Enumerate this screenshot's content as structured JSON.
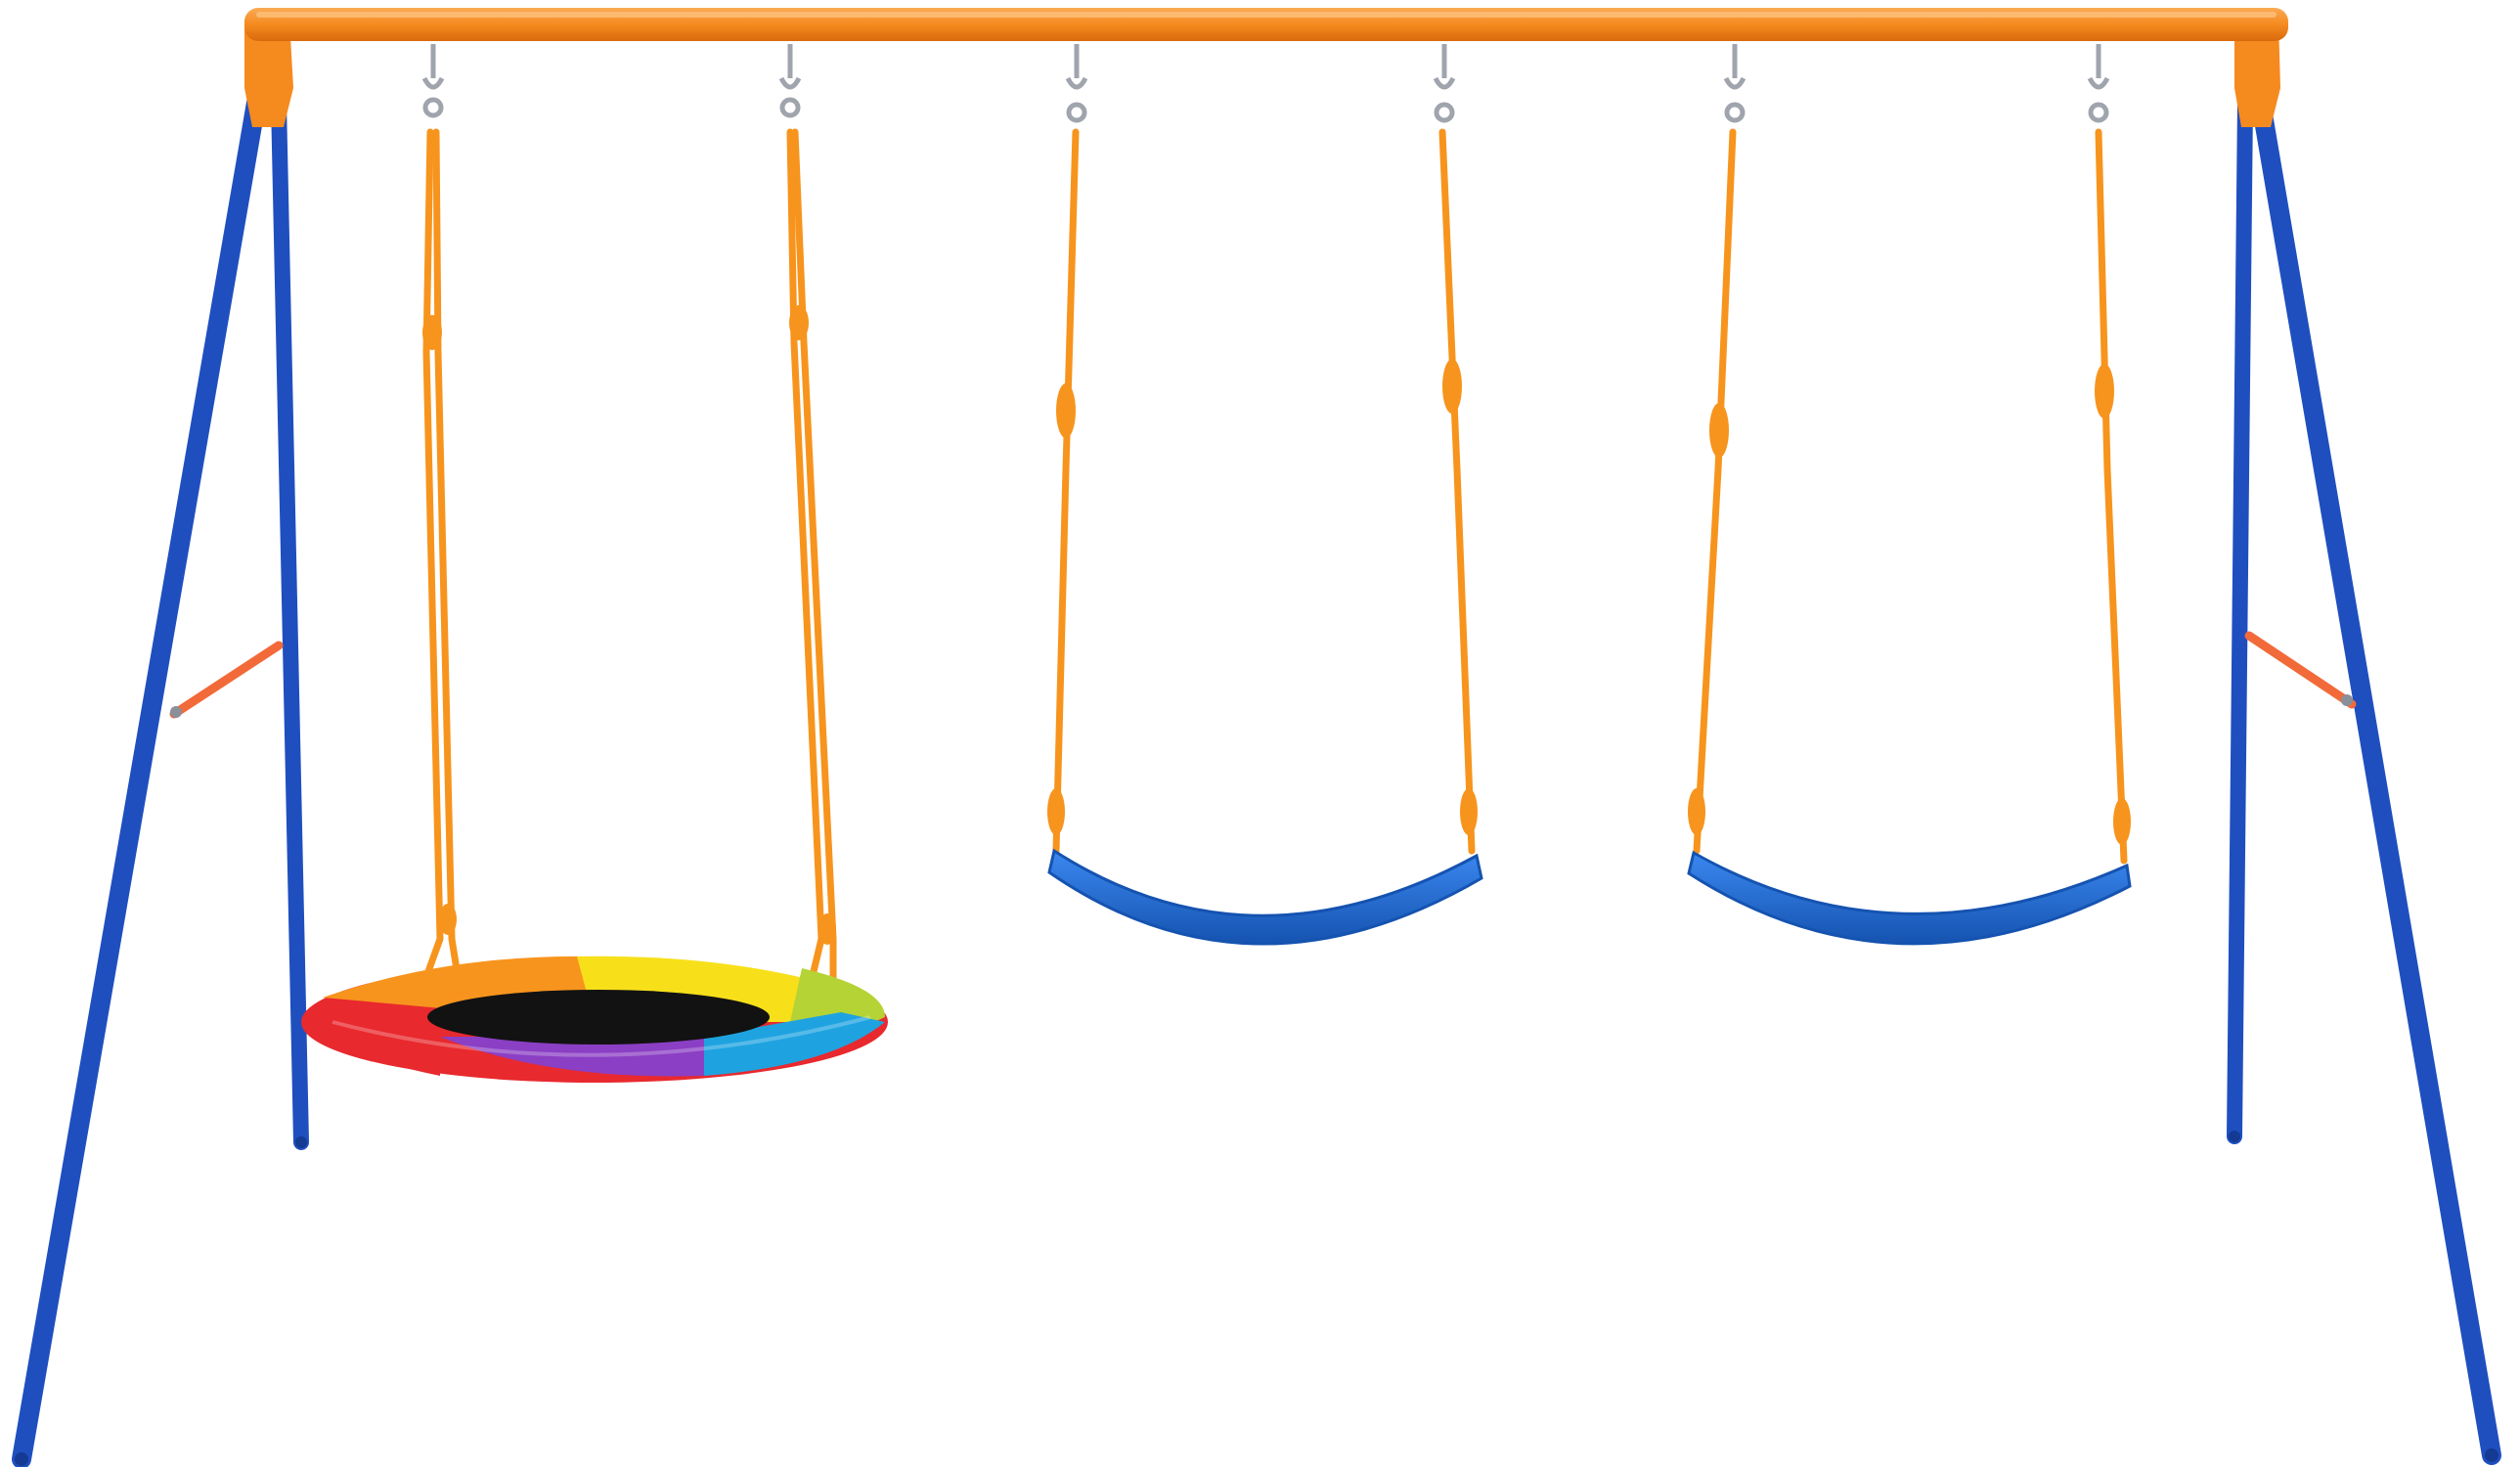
{
  "colors": {
    "frame_top": "#f58a1f",
    "frame_top_shadow": "#d96a0c",
    "frame_legs": "#1f4fbf",
    "frame_legs_shadow": "#143a93",
    "brace": "#f26a3a",
    "rope": "#f7941d",
    "rope_shadow": "#d9770c",
    "hook": "#b8bcc4",
    "seat": "#1e6fe0",
    "seat_shadow": "#1553b0",
    "nest_red": "#e8292e",
    "nest_orange": "#f7941d",
    "nest_yellow": "#f7e01a",
    "nest_lime": "#b5d334",
    "nest_blue": "#1fa3e0",
    "nest_purple": "#8b3fc4",
    "nest_black": "#121212"
  },
  "objects": [
    {
      "name": "a-frame-swing-set"
    },
    {
      "name": "saucer-nest-swing"
    },
    {
      "name": "belt-swing-seat-1"
    },
    {
      "name": "belt-swing-seat-2"
    }
  ]
}
